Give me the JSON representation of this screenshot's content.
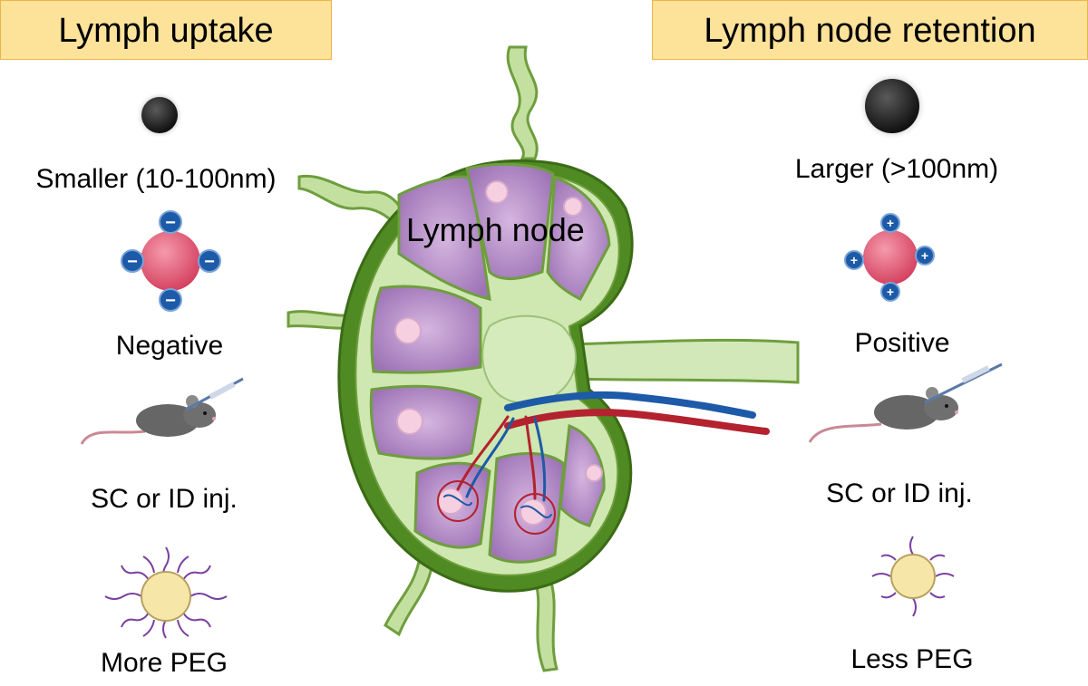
{
  "left": {
    "title": "Lymph uptake",
    "size_label": "Smaller (10-100nm)",
    "charge_label": "Negative",
    "injection_label": "SC or ID inj.",
    "peg_label": "More PEG"
  },
  "right": {
    "title": "Lymph node retention",
    "size_label": "Larger (>100nm)",
    "charge_label": "Positive",
    "injection_label": "SC or ID inj.",
    "peg_label": "Less PEG"
  },
  "center": {
    "title": "Lymph node"
  },
  "icons": {
    "negative_sign": "−",
    "positive_sign": "+"
  },
  "colors": {
    "banner": "#fde29a",
    "node_green": "#5f9a2e",
    "node_light_green": "#cfe7b0",
    "follicle_purple": "#b58cc8",
    "germinal_pink": "#f3c4d6",
    "artery_red": "#b3222e",
    "vein_blue": "#1d5aa8",
    "charge_sphere": "#e0576f",
    "peg_core": "#f6e7a8",
    "peg_chain": "#7a3fa0"
  }
}
